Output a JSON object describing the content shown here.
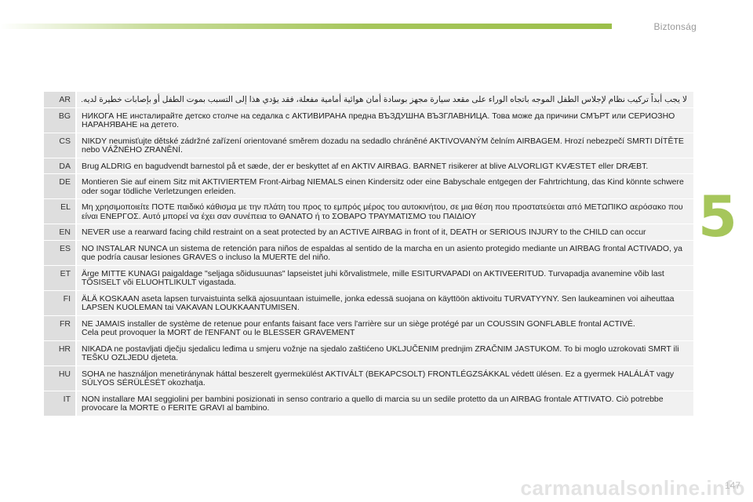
{
  "header": {
    "section_title": "Biztonság"
  },
  "chapter_number": "5",
  "colors": {
    "accent": "#a6c65b",
    "code_cell": "#dedede",
    "text_cell": "#f1f1f1"
  },
  "warnings": [
    {
      "code": "AR",
      "text": "لا يجب أبداً تركيب نظام لإجلاس الطفل الموجه باتجاه الوراء على مقعد سيارة مجهز بوسادة أمان هوائية أمامية مفعلة، فقد يؤدي هذا إلى التسبب بموت الطفل أو بإصابات خطيرة لديه."
    },
    {
      "code": "BG",
      "text": "НИКОГА НЕ инсталирайте детско столче на седалка с АКТИВИРАНА предна ВЪЗДУШНА ВЪЗГЛАВНИЦА. Това може да причини СМЪРТ или СЕРИОЗНО НАРАНЯВАНЕ на детето."
    },
    {
      "code": "CS",
      "text": "NIKDY neumisťujte dětské zádržné zařízení orientované směrem dozadu na sedadlo chráněné AKTIVOVANÝM čelním AIRBAGEM. Hrozí nebezpečí SMRTI DÍTĚTE nebo VÁŽNÉHO ZRANĚNÍ."
    },
    {
      "code": "DA",
      "text": "Brug ALDRIG  en bagudvendt barnestol på et sæde, der er beskyttet af en AKTIV AIRBAG. BARNET risikerer at blive ALVORLIGT KVÆSTET eller DRÆBT."
    },
    {
      "code": "DE",
      "text": "Montieren Sie auf einem Sitz mit AKTIVIERTEM Front-Airbag NIEMALS einen Kindersitz oder eine Babyschale entgegen der Fahrtrichtung, das Kind könnte schwere oder sogar tödliche Verletzungen erleiden."
    },
    {
      "code": "EL",
      "text": "Μη χρησιμοποιείτε ΠΟΤΕ παιδικό κάθισμα με την πλάτη του προς το εμπρός μέρος του αυτοκινήτου, σε μια θέση που προστατεύεται από ΜΕΤΩΠΙΚΟ αερόσακο που είναι ΕΝΕΡΓΟΣ. Αυτό μπορεί να έχει σαν συνέπεια το ΘΑΝΑΤΟ ή το ΣΟΒΑΡΟ ΤΡΑΥΜΑΤΙΣΜΟ του ΠΑΙΔΙΟΥ"
    },
    {
      "code": "EN",
      "text": "NEVER use a rearward facing child restraint on a seat protected by an ACTIVE AIRBAG in front of it, DEATH or SERIOUS INJURY to the CHILD can occur"
    },
    {
      "code": "ES",
      "text": "NO INSTALAR NUNCA un sistema de retención para niños de espaldas al sentido de la marcha en un asiento protegido mediante un AIRBAG frontal ACTIVADO, ya que podría causar lesiones GRAVES o incluso la MUERTE del niño."
    },
    {
      "code": "ET",
      "text": "Ärge MITTE KUNAGI paigaldage \"seljaga sõidusuunas\" lapseistet juhi kõrvalistmele, mille ESITURVAPADI on AKTIVEERITUD. Turvapadja avanemine võib last TÕSISELT või ELUOHTLIKULT vigastada."
    },
    {
      "code": "FI",
      "text": "ÄLÄ KOSKAAN aseta lapsen turvaistuinta selkä ajosuuntaan istuimelle, jonka edessä suojana on käyttöön aktivoitu TURVATYYNY. Sen laukeaminen voi aiheuttaa LAPSEN KUOLEMAN tai VAKAVAN LOUKKAANTUMISEN."
    },
    {
      "code": "FR",
      "text": "NE JAMAIS installer de système de retenue pour enfants faisant face vers l'arrière sur un siège protégé par un COUSSIN GONFLABLE frontal ACTIVÉ.\nCela peut provoquer la MORT de l'ENFANT ou le BLESSER GRAVEMENT"
    },
    {
      "code": "HR",
      "text": "NIKADA ne postavljati dječju sjedalicu leđima u smjeru vožnje na sjedalo zaštićeno UKLJUČENIM prednjim ZRAČNIM JASTUKOM. To bi moglo uzrokovati SMRT ili TEŠKU OZLJEDU djeteta."
    },
    {
      "code": "HU",
      "text": "SOHA ne használjon menetiránynak háttal beszerelt gyermekülést AKTIVÁLT (BEKAPCSOLT) FRONTLÉGZSÁKKAL védett ülésen. Ez a gyermek HALÁLÁT vagy SÚLYOS SÉRÜLÉSÉT okozhatja."
    },
    {
      "code": "IT",
      "text": "NON installare MAI seggiolini per bambini posizionati in senso contrario a quello di marcia su un sedile protetto da un AIRBAG frontale ATTIVATO. Ciò potrebbe provocare la MORTE o FERITE GRAVI al bambino."
    }
  ],
  "footer": {
    "page_number": "147",
    "watermark": "carmanualsonline.info"
  }
}
